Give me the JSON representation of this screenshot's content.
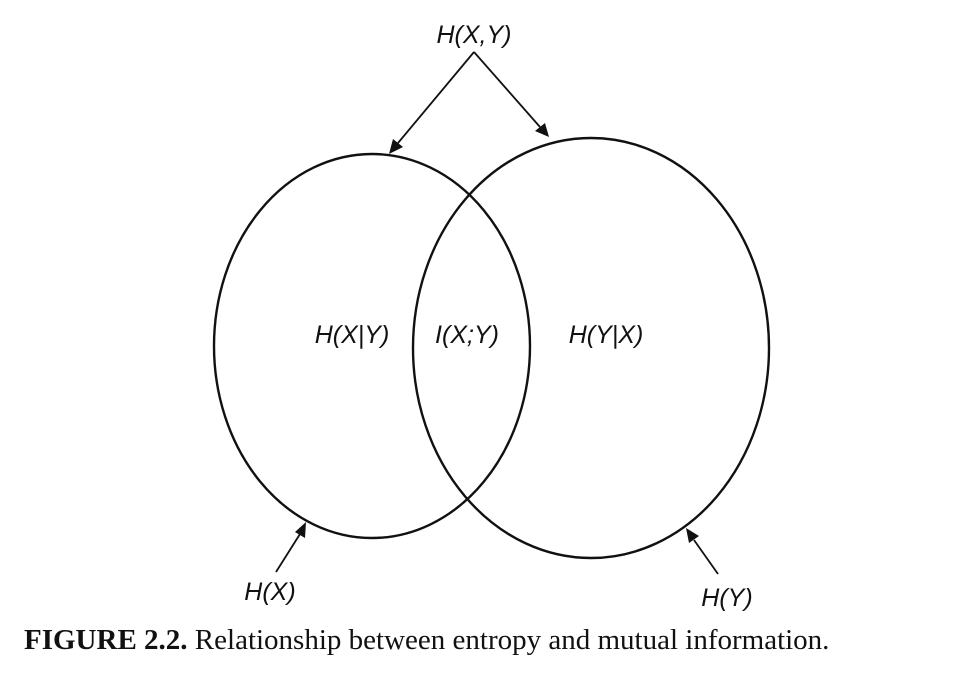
{
  "labels": {
    "joint_entropy": "H(X,Y)",
    "conditional_x_given_y": "H(X|Y)",
    "mutual_information": "I(X;Y)",
    "conditional_y_given_x": "H(Y|X)",
    "entropy_x": "H(X)",
    "entropy_y": "H(Y)"
  },
  "caption": {
    "number": "FIGURE 2.2.",
    "text": "Relationship between entropy and mutual information."
  }
}
